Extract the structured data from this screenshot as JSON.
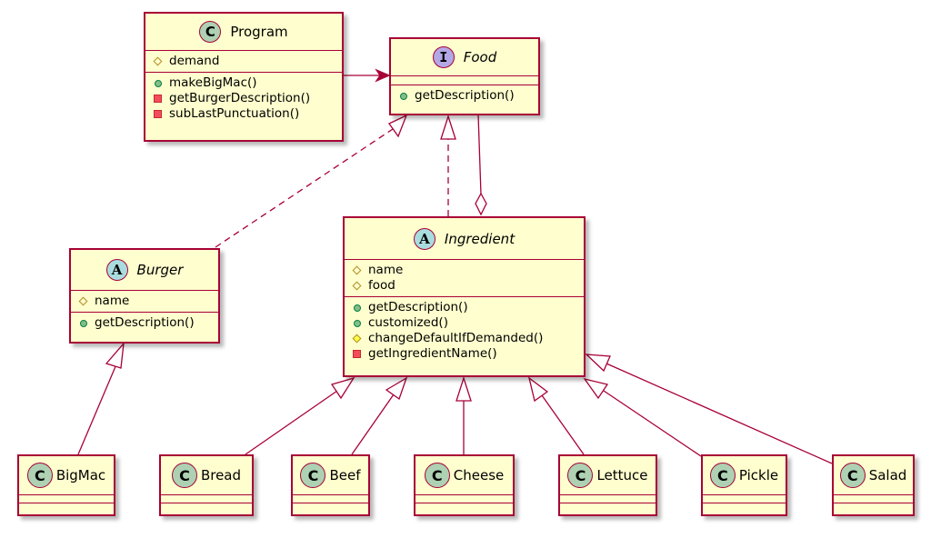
{
  "diagram": {
    "type": "UML class diagram",
    "colors": {
      "border": "#a80036",
      "fill": "#fefece",
      "class_badge": "#add1b2",
      "interface_badge": "#b4a7e5",
      "abstract_badge": "#a9dcdf"
    },
    "classes": {
      "program": {
        "stereotype": "C",
        "name": "Program",
        "italic": false,
        "fields": [
          {
            "visibility": "protected",
            "text": "demand"
          }
        ],
        "methods": [
          {
            "visibility": "public",
            "text": "makeBigMac()"
          },
          {
            "visibility": "private",
            "text": "getBurgerDescription()"
          },
          {
            "visibility": "private",
            "text": "subLastPunctuation()"
          }
        ]
      },
      "food": {
        "stereotype": "I",
        "name": "Food",
        "italic": true,
        "fields": [],
        "methods": [
          {
            "visibility": "public",
            "text": "getDescription()"
          }
        ]
      },
      "burger": {
        "stereotype": "A",
        "name": "Burger",
        "italic": true,
        "fields": [
          {
            "visibility": "protected",
            "text": "name"
          }
        ],
        "methods": [
          {
            "visibility": "public",
            "text": "getDescription()"
          }
        ]
      },
      "ingredient": {
        "stereotype": "A",
        "name": "Ingredient",
        "italic": true,
        "fields": [
          {
            "visibility": "protected",
            "text": "name"
          },
          {
            "visibility": "protected",
            "text": "food"
          }
        ],
        "methods": [
          {
            "visibility": "public",
            "text": "getDescription()"
          },
          {
            "visibility": "public",
            "text": "customized()"
          },
          {
            "visibility": "protected",
            "text": "changeDefaultIfDemanded()"
          },
          {
            "visibility": "private",
            "text": "getIngredientName()"
          }
        ]
      },
      "bigmac": {
        "stereotype": "C",
        "name": "BigMac"
      },
      "bread": {
        "stereotype": "C",
        "name": "Bread"
      },
      "beef": {
        "stereotype": "C",
        "name": "Beef"
      },
      "cheese": {
        "stereotype": "C",
        "name": "Cheese"
      },
      "lettuce": {
        "stereotype": "C",
        "name": "Lettuce"
      },
      "pickle": {
        "stereotype": "C",
        "name": "Pickle"
      },
      "salad": {
        "stereotype": "C",
        "name": "Salad"
      }
    },
    "relations": [
      {
        "from": "Program",
        "to": "Food",
        "kind": "association"
      },
      {
        "from": "Burger",
        "to": "Food",
        "kind": "realization"
      },
      {
        "from": "Ingredient",
        "to": "Food",
        "kind": "realization"
      },
      {
        "from": "Food",
        "to": "Ingredient",
        "kind": "aggregation"
      },
      {
        "from": "BigMac",
        "to": "Burger",
        "kind": "inheritance"
      },
      {
        "from": "Bread",
        "to": "Ingredient",
        "kind": "inheritance"
      },
      {
        "from": "Beef",
        "to": "Ingredient",
        "kind": "inheritance"
      },
      {
        "from": "Cheese",
        "to": "Ingredient",
        "kind": "inheritance"
      },
      {
        "from": "Lettuce",
        "to": "Ingredient",
        "kind": "inheritance"
      },
      {
        "from": "Pickle",
        "to": "Ingredient",
        "kind": "inheritance"
      },
      {
        "from": "Salad",
        "to": "Ingredient",
        "kind": "inheritance"
      }
    ]
  }
}
